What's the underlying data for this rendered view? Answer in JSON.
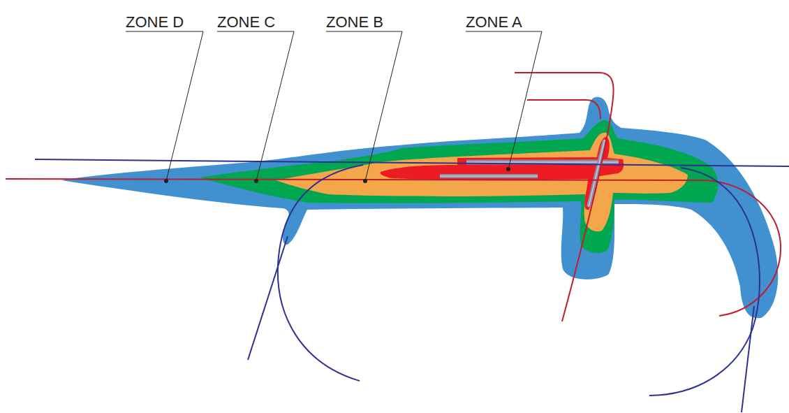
{
  "diagram": {
    "labels": [
      "ZONE D",
      "ZONE C",
      "ZONE B",
      "ZONE A"
    ]
  }
}
